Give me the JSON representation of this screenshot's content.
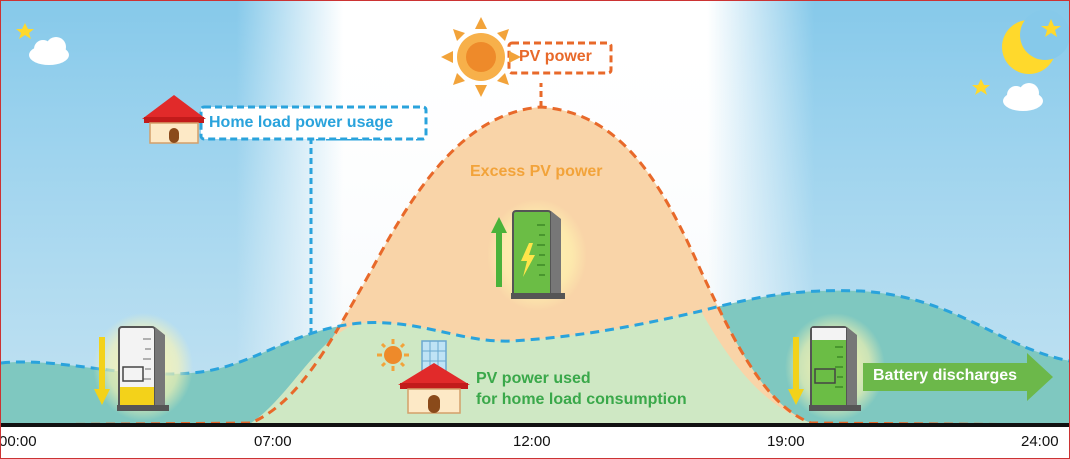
{
  "labels": {
    "pv_power": "PV power",
    "home_load": "Home load power usage",
    "excess": "Excess PV power",
    "used_line1": "PV power used",
    "used_line2": "for home load consumption",
    "discharge": "Battery discharges"
  },
  "time_axis": [
    "00:00",
    "07:00",
    "12:00",
    "19:00",
    "24:00"
  ],
  "colors": {
    "pv_curve": "#e8692a",
    "home_curve": "#2aa3dc",
    "excess_fill": "#f9d4a8",
    "used_fill": "#cfe8c4",
    "discharge_arrow": "#6cb84a",
    "sky_night": "#86c9ea",
    "sky_day": "#ffffff"
  },
  "icons": [
    "sun-icon",
    "moon-icon",
    "star-icon",
    "cloud-icon",
    "house-icon",
    "solar-house-icon",
    "battery-icon",
    "arrow-up-icon",
    "arrow-down-icon",
    "arrow-right-icon"
  ]
}
